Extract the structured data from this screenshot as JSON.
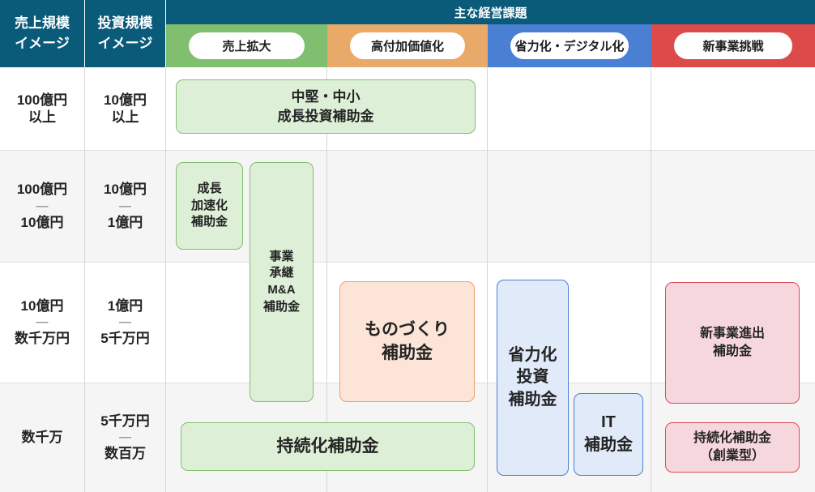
{
  "header": {
    "col_sales_scale": "売上規模\nイメージ",
    "col_sales_scale_l1": "売上規模",
    "col_sales_scale_l2": "イメージ",
    "col_invest_scale_l1": "投資規模",
    "col_invest_scale_l2": "イメージ",
    "main_title": "主な経営課題"
  },
  "categories": [
    {
      "label": "売上拡大",
      "color": "#80be70",
      "key": "sales-growth"
    },
    {
      "label": "高付加価値化",
      "color": "#e8a969",
      "key": "high-value-add"
    },
    {
      "label": "省力化・デジタル化",
      "color": "#4a7fd4",
      "key": "labor-saving-digital"
    },
    {
      "label": "新事業挑戦",
      "color": "#dd4a4a",
      "key": "new-business"
    }
  ],
  "rows": [
    {
      "sales": [
        "100億円",
        "以上"
      ],
      "invest": [
        "10億円",
        "以上"
      ],
      "shaded": false
    },
    {
      "sales": [
        "100億円",
        "—",
        "10億円"
      ],
      "invest": [
        "10億円",
        "—",
        "1億円"
      ],
      "shaded": true
    },
    {
      "sales": [
        "10億円",
        "—",
        "数千万円"
      ],
      "invest": [
        "1億円",
        "—",
        "5千万円"
      ],
      "shaded": false
    },
    {
      "sales": [
        "数千万"
      ],
      "invest": [
        "5千万円",
        "—",
        "数百万"
      ],
      "shaded": true
    }
  ],
  "boxes": [
    {
      "id": "chuken-chusho-growth-investment",
      "color": "green",
      "lines": [
        "中堅・中小",
        "成長投資補助金"
      ],
      "font": 17
    },
    {
      "id": "growth-acceleration",
      "color": "green",
      "lines": [
        "成長",
        "加速化",
        "補助金"
      ],
      "font": 15
    },
    {
      "id": "business-succession-ma",
      "color": "green",
      "lines": [
        "事業",
        "承継",
        "M&A",
        "補助金"
      ],
      "font": 15
    },
    {
      "id": "monozukuri",
      "color": "orange",
      "lines": [
        "ものづくり",
        "補助金"
      ],
      "font": 21
    },
    {
      "id": "jizokuka",
      "color": "green",
      "lines": [
        "持続化補助金"
      ],
      "font": 21
    },
    {
      "id": "labor-saving-investment",
      "color": "blue",
      "lines": [
        "省力化",
        "投資",
        "補助金"
      ],
      "font": 20
    },
    {
      "id": "it-subsidy",
      "color": "blue",
      "lines": [
        "IT",
        "補助金"
      ],
      "font": 20
    },
    {
      "id": "new-business-advance",
      "color": "pink",
      "lines": [
        "新事業進出",
        "補助金"
      ],
      "font": 16
    },
    {
      "id": "jizokuka-startup",
      "color": "pink",
      "lines": [
        "持続化補助金",
        "（創業型）"
      ],
      "font": 16
    }
  ]
}
